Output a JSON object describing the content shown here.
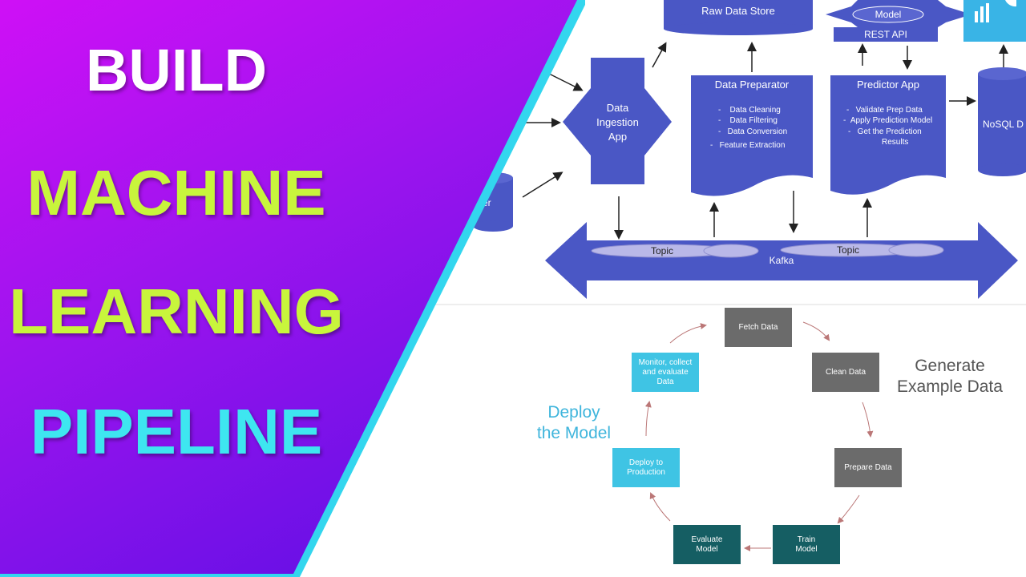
{
  "banner": {
    "line1": "BUILD",
    "line2": "MACHINE",
    "line3": "LEARNING",
    "line4": "PIPELINE",
    "colors": {
      "build": "#ffffff",
      "machine": "#c8f53c",
      "learning": "#c8f53c",
      "pipeline": "#3ee6f0"
    }
  },
  "architecture": {
    "raw_data_store": "Raw Data Store",
    "model": "Model",
    "rest_api": "REST API",
    "ingestion_app": [
      "Data",
      "Ingestion",
      "App"
    ],
    "preparator": {
      "title": "Data Preparator",
      "items": [
        "Data Cleaning",
        "Data Filtering",
        "Data Conversion",
        "Feature Extraction"
      ]
    },
    "predictor": {
      "title": "Predictor App",
      "items": [
        "Validate Prep Data",
        "Apply Prediction Model",
        "Get the Prediction",
        "Results"
      ]
    },
    "nosql": "NoSQL D",
    "server_partial": "rver",
    "kafka": "Kafka",
    "topic1": "Topic",
    "topic2": "Topic"
  },
  "cycle": {
    "fetch": "Fetch Data",
    "clean": "Clean Data",
    "prepare": "Prepare Data",
    "train": [
      "Train",
      "Model"
    ],
    "evaluate": [
      "Evaluate",
      "Model"
    ],
    "deploy": [
      "Deploy to",
      "Production"
    ],
    "monitor": [
      "Monitor, collect",
      "and evaluate",
      "Data"
    ],
    "generate_label": [
      "Generate",
      "Example Data"
    ],
    "deploy_label": [
      "Deploy",
      "the Model"
    ]
  }
}
